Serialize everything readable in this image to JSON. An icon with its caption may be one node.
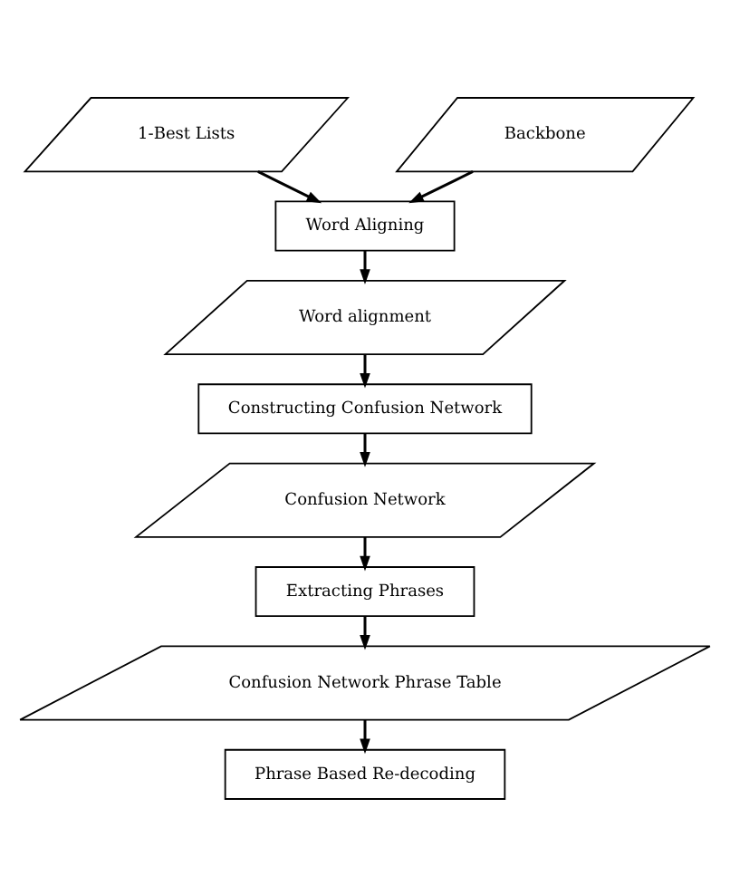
{
  "diagram": {
    "nodes": [
      {
        "text": [
          "1-Best Lists"
        ]
      },
      {
        "text": [
          "Backbone"
        ]
      },
      {
        "text": [
          "Word Aligning"
        ]
      },
      {
        "text": [
          "Word alignment"
        ]
      },
      {
        "text": [
          "Constructing Confusion Network"
        ]
      },
      {
        "text": [
          "Confusion Network"
        ]
      },
      {
        "text": [
          "Extracting Phrases"
        ]
      },
      {
        "text": [
          "Confusion Network Phrase Table"
        ]
      },
      {
        "text": [
          "Phrase Based Re-decoding"
        ]
      }
    ],
    "edges": [
      {
        "from": 0,
        "to": 2,
        "arrow": "to"
      },
      {
        "from": 1,
        "to": 2,
        "arrow": "to"
      },
      {
        "from": 2,
        "to": 3,
        "arrow": "to"
      },
      {
        "from": 3,
        "to": 4,
        "arrow": "to"
      },
      {
        "from": 4,
        "to": 5,
        "arrow": "to"
      },
      {
        "from": 5,
        "to": 6,
        "arrow": "to"
      },
      {
        "from": 6,
        "to": 7,
        "arrow": "to"
      },
      {
        "from": 7,
        "to": 8,
        "arrow": "to"
      }
    ]
  }
}
